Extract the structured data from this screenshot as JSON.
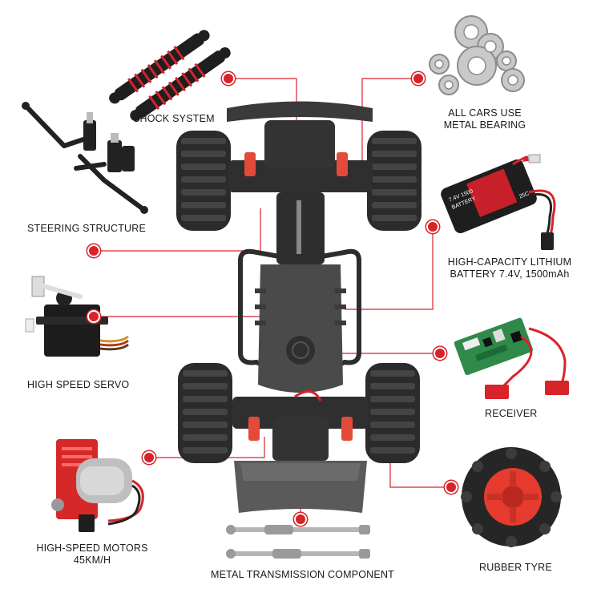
{
  "labels": {
    "shock": "SHOCK SYSTEM",
    "bearing_1": "ALL CARS USE",
    "bearing_2": "METAL BEARING",
    "steering": "STEERING STRUCTURE",
    "battery_1": "HIGH-CAPACITY LITHIUM",
    "battery_2": "BATTERY 7.4V, 1500mAh",
    "servo": "HIGH SPEED SERVO",
    "receiver": "RECEIVER",
    "motor_1": "HIGH-SPEED MOTORS",
    "motor_2": "45KM/H",
    "transmission": "METAL TRANSMISSION COMPONENT",
    "tyre": "RUBBER TYRE"
  },
  "battery_print": {
    "line1": "7.4V 1500",
    "line2": "BATTERY",
    "brand": "25C"
  },
  "colors": {
    "accent": "#d8232a",
    "callout_line": "#d8232a",
    "chassis": "#3a3a3a",
    "tyre": "#2b2b2b",
    "rim": "#e63b2e",
    "pcb": "#2f8a4a",
    "motor_mount": "#d62828"
  },
  "icons": [
    "shock-absorber-icon",
    "bearing-icon",
    "steering-linkage-icon",
    "lipo-battery-icon",
    "servo-icon",
    "receiver-board-icon",
    "motor-icon",
    "drive-shaft-icon",
    "tyre-icon",
    "rc-car-icon"
  ]
}
